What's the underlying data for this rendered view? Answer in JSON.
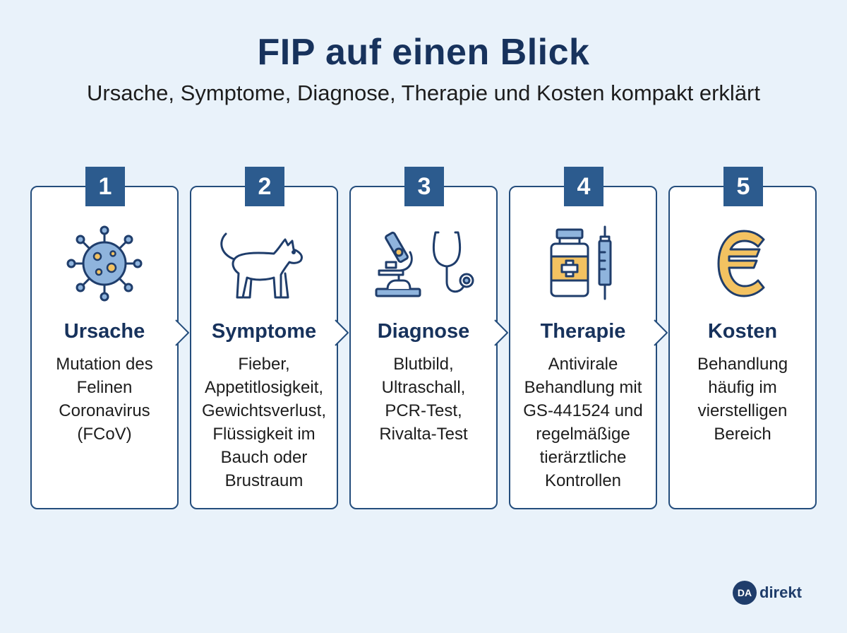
{
  "title": "FIP auf einen Blick",
  "subtitle": "Ursache, Symptome, Diagnose, Therapie und Kosten kompakt erklärt",
  "colors": {
    "accent": "#2c5b8e",
    "title": "#17325c",
    "card_border": "#244d7c",
    "background": "#e9f2fa",
    "icon_fill": "#8fb4dd",
    "icon_yellow": "#f3c261"
  },
  "steps": [
    {
      "number": "1",
      "title": "Ursache",
      "text": "Mutation des\nFelinen\nCoronavirus\n(FCoV)",
      "icon": "virus-icon"
    },
    {
      "number": "2",
      "title": "Symptome",
      "text": "Fieber,\nAppetitlosigkeit,\nGewichtsverlust,\nFlüssigkeit im\nBauch oder\nBrustraum",
      "icon": "cat-icon"
    },
    {
      "number": "3",
      "title": "Diagnose",
      "text": "Blutbild,\nUltraschall,\nPCR-Test,\nRivalta-Test",
      "icon": "microscope-stethoscope-icon"
    },
    {
      "number": "4",
      "title": "Therapie",
      "text": "Antivirale\nBehandlung mit\nGS-441524 und\nregelmäßige\ntierärztliche\nKontrollen",
      "icon": "medicine-syringe-icon"
    },
    {
      "number": "5",
      "title": "Kosten",
      "text": "Behandlung\nhäufig im\nvierstelligen\nBereich",
      "icon": "euro-icon"
    }
  ],
  "logo": {
    "badge": "DA",
    "text": "direkt"
  }
}
